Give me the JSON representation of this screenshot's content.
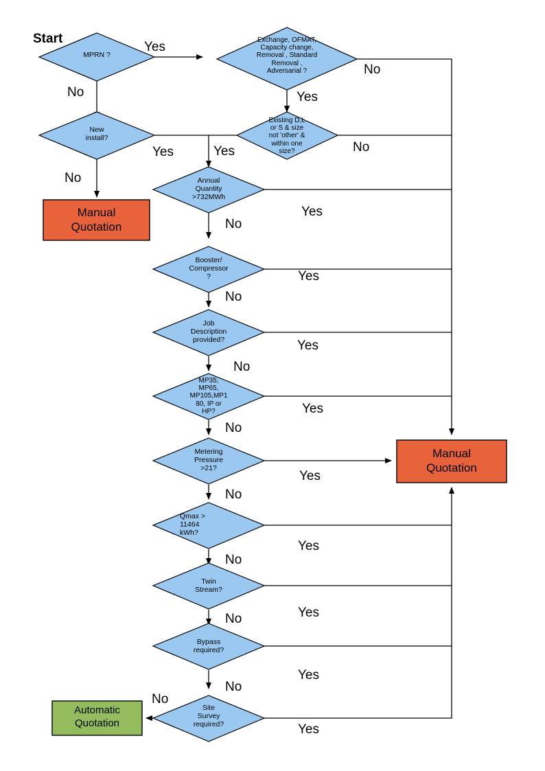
{
  "diagram": {
    "title_label": "Start",
    "colors": {
      "decision_fill": "#9AC8F0",
      "decision_stroke": "#000000",
      "manual_fill": "#E8633C",
      "automatic_fill": "#93BC5E",
      "box_stroke": "#000000",
      "edge_stroke": "#000000",
      "background": "#FFFFFF"
    },
    "decisions": [
      {
        "id": "mprn",
        "text": "MPRN ?"
      },
      {
        "id": "exchange",
        "text": "Exchange, OFMAT,\nCapacity change,\nRemoval , Standard\nRemoval ,\nAdversarial ?"
      },
      {
        "id": "new-install",
        "text": "New\ninstall?"
      },
      {
        "id": "existing",
        "text": "Existing D,L\nor S & size\nnot 'other' &\nwithin one\nsize?"
      },
      {
        "id": "annual-quantity",
        "text": "Annual\nQuantity\n>732MWh"
      },
      {
        "id": "booster",
        "text": "Booster/\nCompressor\n?"
      },
      {
        "id": "job-description",
        "text": "Job\nDescription\nprovided?"
      },
      {
        "id": "mp-rating",
        "text": "MP35,\nMP65,\nMP105,MP1\n80, IP or\nHP?"
      },
      {
        "id": "metering-pressure",
        "text": "Metering\nPressure\n>21?"
      },
      {
        "id": "qmax",
        "text": "Qmax >\n11464\nkWh?"
      },
      {
        "id": "twin-stream",
        "text": "Twin\nStream?"
      },
      {
        "id": "bypass",
        "text": "Bypass\nrequired?"
      },
      {
        "id": "site-survey",
        "text": "Site\nSurvey\nrequired?"
      }
    ],
    "terminals": [
      {
        "id": "manual-quotation-left",
        "text": "Manual\nQuotation",
        "type": "manual"
      },
      {
        "id": "manual-quotation-right",
        "text": "Manual\nQuotation",
        "type": "manual"
      },
      {
        "id": "automatic-quotation",
        "text": "Automatic\nQuotation",
        "type": "automatic"
      }
    ],
    "edge_labels": {
      "mprn_yes": "Yes",
      "mprn_no": "No",
      "exchange_no": "No",
      "exchange_yes": "Yes",
      "new_install_yes": "Yes",
      "new_install_no": "No",
      "existing_yes": "Yes",
      "existing_no": "No",
      "annual_quantity_yes": "Yes",
      "annual_quantity_no": "No",
      "booster_yes": "Yes",
      "booster_no": "No",
      "job_description_yes": "Yes",
      "job_description_no": "No",
      "mp_rating_yes": "Yes",
      "mp_rating_no": "No",
      "metering_pressure_yes": "Yes",
      "metering_pressure_no": "No",
      "qmax_yes": "Yes",
      "qmax_no": "No",
      "twin_stream_yes": "Yes",
      "twin_stream_no": "No",
      "bypass_yes": "Yes",
      "bypass_no": "No",
      "site_survey_yes": "Yes",
      "site_survey_no": "No"
    }
  }
}
